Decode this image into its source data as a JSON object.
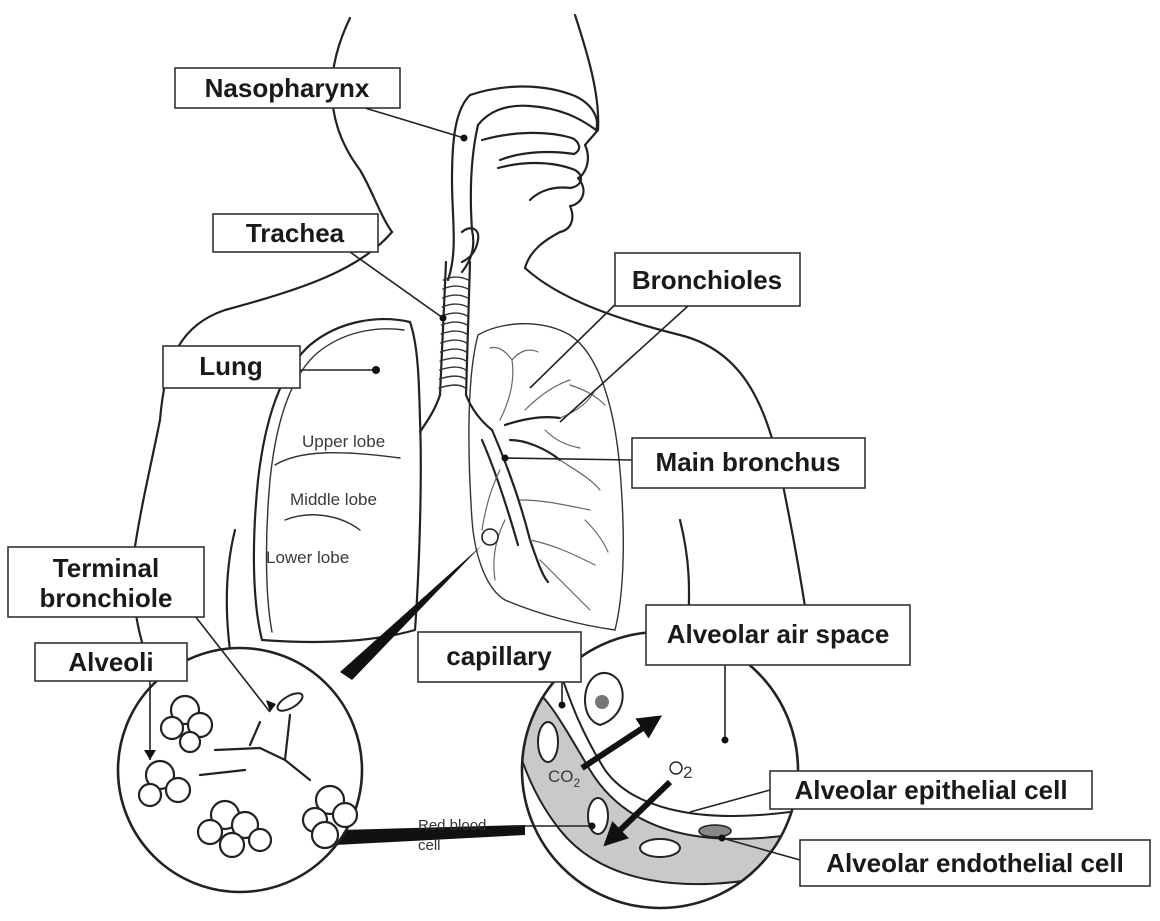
{
  "labels": {
    "nasopharynx": "Nasopharynx",
    "trachea": "Trachea",
    "bronchioles": "Bronchioles",
    "lung": "Lung",
    "main_bronchus": "Main bronchus",
    "terminal_bronchiole_line1": "Terminal",
    "terminal_bronchiole_line2": "bronchiole",
    "alveoli": "Alveoli",
    "capillary": "capillary",
    "alveolar_air_space": "Alveolar air space",
    "alveolar_epithelial_cell": "Alveolar epithelial cell",
    "alveolar_endothelial_cell": "Alveolar endothelial cell"
  },
  "lobes": {
    "upper": "Upper lobe",
    "middle": "Middle lobe",
    "lower": "Lower lobe"
  },
  "gas_exchange": {
    "co2": "CO",
    "co2_sub": "2",
    "o2": "O",
    "o2_sub": "2",
    "red_blood_cell_line1": "Red blood",
    "red_blood_cell_line2": "cell"
  },
  "colors": {
    "line": "#222222",
    "capillary_fill": "#c9c9c9",
    "label_border": "#333333"
  }
}
